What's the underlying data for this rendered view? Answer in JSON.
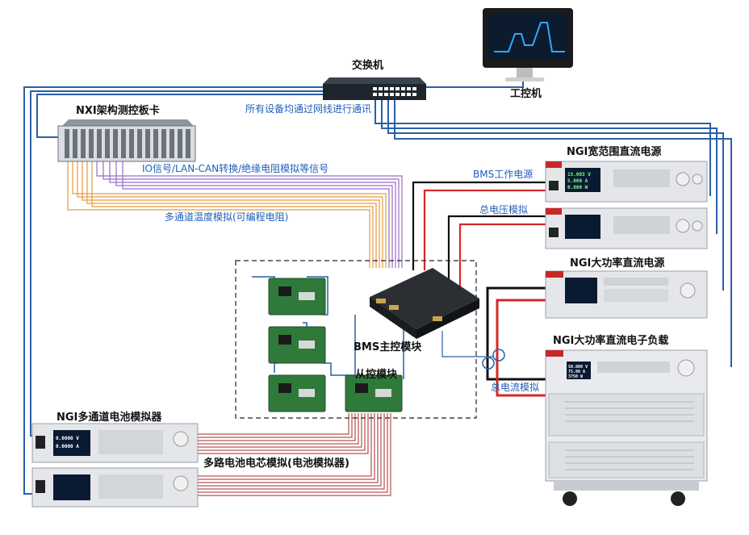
{
  "devices": {
    "switch": "交换机",
    "ipc": "工控机",
    "nxi": "NXI架构测控板卡",
    "wide_psu": "NGI宽范围直流电源",
    "high_psu": "NGI大功率直流电源",
    "eload": "NGI大功率直流电子负载",
    "bms_master": "BMS主控模块",
    "bms_slave": "从控模块",
    "battery_sim": "NGI多通道电池模拟器"
  },
  "signals": {
    "network": "所有设备均通过网线进行通讯",
    "io": "IO信号/LAN-CAN转换/绝缘电阻模拟等信号",
    "temp": "多通道温度模拟(可编程电阻)",
    "bms_power": "BMS工作电源",
    "total_voltage": "总电压模拟",
    "total_current": "总电流模拟",
    "cells": "多路电池电芯模拟(电池模拟器)"
  },
  "panels": {
    "wide_psu_readout": [
      "15.003 V",
      "5.000 A",
      "0.000 W"
    ],
    "battery_sim_readout": [
      "0.0000 V",
      "0.0000 A"
    ],
    "load_readout": [
      "50.000 V",
      "75.00 A",
      "3750 W"
    ]
  },
  "colors": {
    "network": "#2a5fa8",
    "red_power": "#d62828",
    "black_power": "#111111",
    "purple_signal": "#9b6cc9",
    "orange_signal": "#e69a3c",
    "cell_wire": "#a52a2a",
    "pcb": "#2f7a3a",
    "status_blue": "#1f5fb8"
  }
}
